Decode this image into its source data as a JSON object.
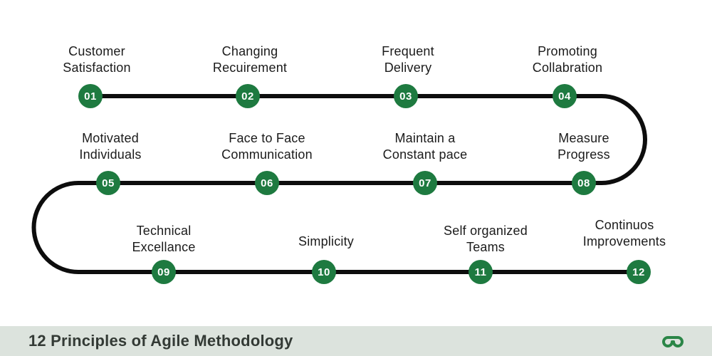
{
  "diagram": {
    "principles": [
      {
        "num": "01",
        "label": "Customer\nSatisfaction"
      },
      {
        "num": "02",
        "label": "Changing\nRecuirement"
      },
      {
        "num": "03",
        "label": "Frequent\nDelivery"
      },
      {
        "num": "04",
        "label": "Promoting\nCollabration"
      },
      {
        "num": "05",
        "label": "Motivated\nIndividuals"
      },
      {
        "num": "06",
        "label": "Face to Face\nCommunication"
      },
      {
        "num": "07",
        "label": "Maintain a\nConstant pace"
      },
      {
        "num": "08",
        "label": "Measure\nProgress"
      },
      {
        "num": "09",
        "label": "Technical\nExcellance"
      },
      {
        "num": "10",
        "label": "Simplicity"
      },
      {
        "num": "11",
        "label": "Self organized\nTeams"
      },
      {
        "num": "12",
        "label": "Continuos\nImprovements"
      }
    ]
  },
  "footer": {
    "title": "12 Principles of Agile Methodology",
    "logo": "geeksforgeeks-logo"
  },
  "colors": {
    "background": "#ffffff",
    "node_green": "#1e7a40",
    "number_text": "#ffffff",
    "line": "#0d0d0d",
    "label_text": "#1b1b1b",
    "footer_bg": "#dce3dd",
    "footer_text": "#333a35",
    "logo_green": "#2b8647"
  }
}
